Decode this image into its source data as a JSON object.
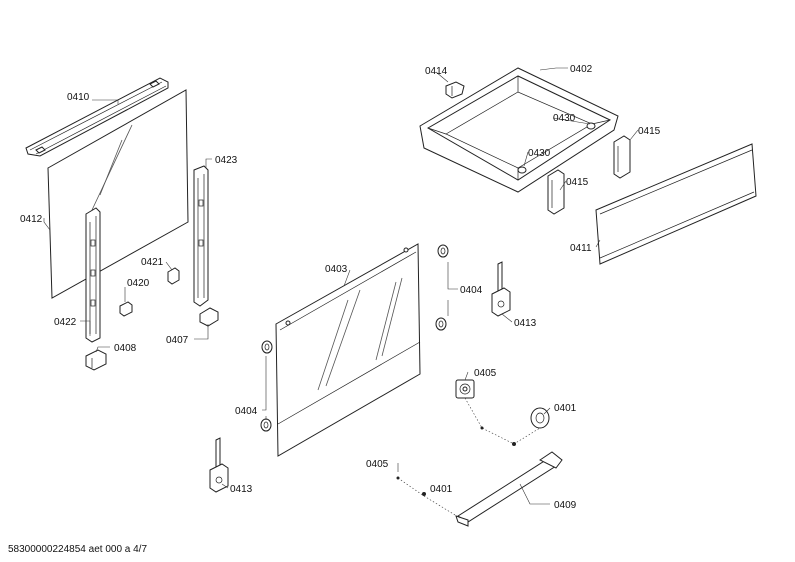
{
  "labels": {
    "p0410": "0410",
    "p0412": "0412",
    "p0422": "0422",
    "p0408": "0408",
    "p0420": "0420",
    "p0421": "0421",
    "p0423": "0423",
    "p0407": "0407",
    "p0403": "0403",
    "p0404a": "0404",
    "p0404b": "0404",
    "p0413a": "0413",
    "p0413b": "0413",
    "p0414": "0414",
    "p0402": "0402",
    "p0430a": "0430",
    "p0430b": "0430",
    "p0415a": "0415",
    "p0415b": "0415",
    "p0411": "0411",
    "p0405a": "0405",
    "p0405b": "0405",
    "p0401a": "0401",
    "p0401b": "0401",
    "p0409": "0409"
  },
  "footer": {
    "document_id": "58300000224854 aet 000 a 4/7"
  }
}
